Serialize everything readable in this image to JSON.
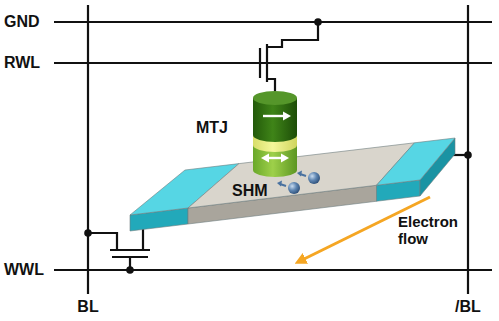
{
  "diagram": {
    "nodes": [
      {
        "text": [
          "MTJ"
        ]
      },
      {
        "text": [
          "SHM"
        ]
      }
    ],
    "labels": [
      "GND",
      "RWL",
      "Electron flow",
      "WWL",
      "BL",
      "/BL"
    ]
  }
}
